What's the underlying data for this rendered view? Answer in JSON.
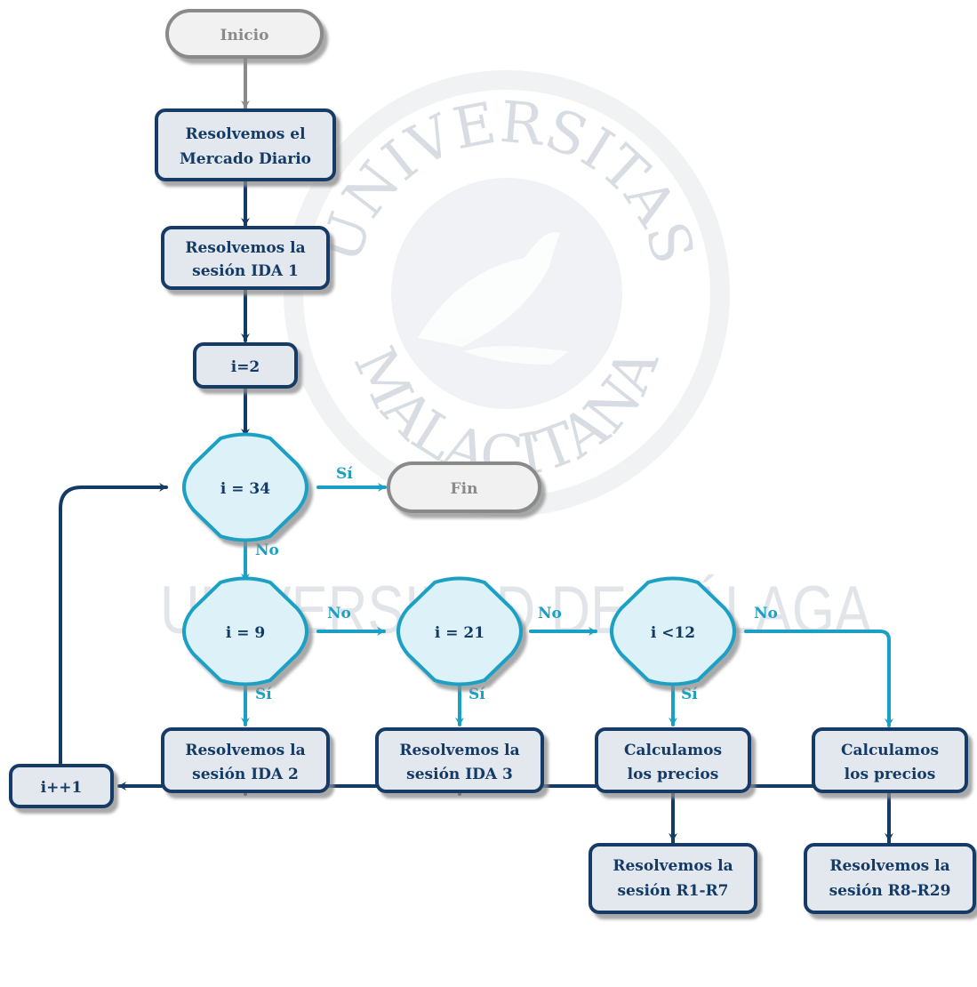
{
  "watermark": {
    "seal_top": "UNIVERSITAS",
    "seal_bottom": "MALACITANA",
    "banner": "UNIVERSIDAD DE MÁLAGA"
  },
  "nodes": {
    "inicio": "Inicio",
    "mercado_1": "Resolvemos el",
    "mercado_2": "Mercado Diario",
    "ida1_1": "Resolvemos la",
    "ida1_2": "sesión IDA 1",
    "init": "i=2",
    "cond34": "i = 34",
    "fin": "Fin",
    "cond9": "i = 9",
    "cond21": "i = 21",
    "cond12": "i <12",
    "ida2_1": "Resolvemos la",
    "ida2_2": "sesión IDA 2",
    "ida3_1": "Resolvemos la",
    "ida3_2": "sesión IDA 3",
    "calc_a_1": "Calculamos",
    "calc_a_2": "los precios",
    "calc_b_1": "Calculamos",
    "calc_b_2": "los precios",
    "r1r7_1": "Resolvemos la",
    "r1r7_2": "sesión R1-R7",
    "r8r29_1": "Resolvemos la",
    "r8r29_2": "sesión R8-R29",
    "incr": "i++1"
  },
  "edge_labels": {
    "si_34": "Sí",
    "no_34": "No",
    "no_9": "No",
    "no_21": "No",
    "no_12": "No",
    "si_9": "Sí",
    "si_21": "Sí",
    "si_12": "Sí"
  },
  "colors": {
    "navy": "#143a66",
    "cyan": "#1aa0c4",
    "grey": "#8a8a8a",
    "process_fill": "#e3e8ef",
    "decision_fill": "#ddf2f8",
    "terminal_fill": "#f1f1f1"
  }
}
